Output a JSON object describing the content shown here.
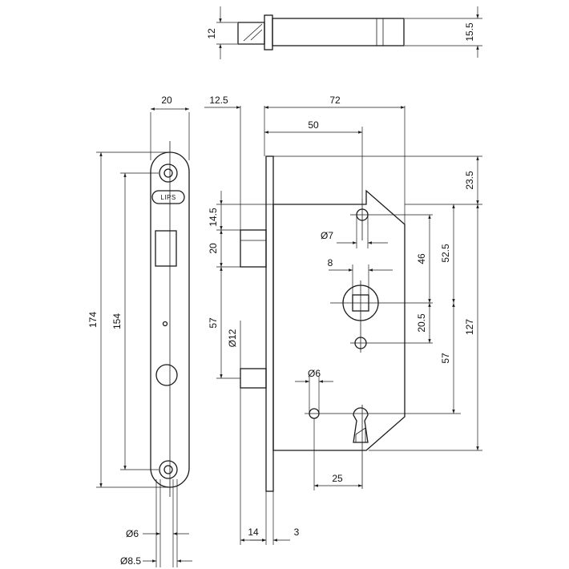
{
  "brand_label": "LIPS",
  "dims": {
    "bolt_height": "12",
    "bolt_height_total": "15.5",
    "plate_width": "20",
    "backset_offset": "12.5",
    "case_depth": "72",
    "backset": "50",
    "top_offset": "23.5",
    "latch_offset": "14.5",
    "latch_height": "20",
    "spindle_to_hole": "57",
    "pin_dia_12": "Ø12",
    "hole_dia_7": "Ø7",
    "square_8": "8",
    "dim_46": "46",
    "dim_52_5": "52.5",
    "dim_20_5": "20.5",
    "dim_57_right": "57",
    "case_height": "127",
    "plate_height": "174",
    "screw_spacing": "154",
    "hole_dia_6_side": "Ø6",
    "keyhole_offset": "25",
    "screw_dia_6": "Ø6",
    "screw_dia_8_5": "Ø8.5",
    "case_thickness": "14",
    "plate_thickness": "3"
  }
}
